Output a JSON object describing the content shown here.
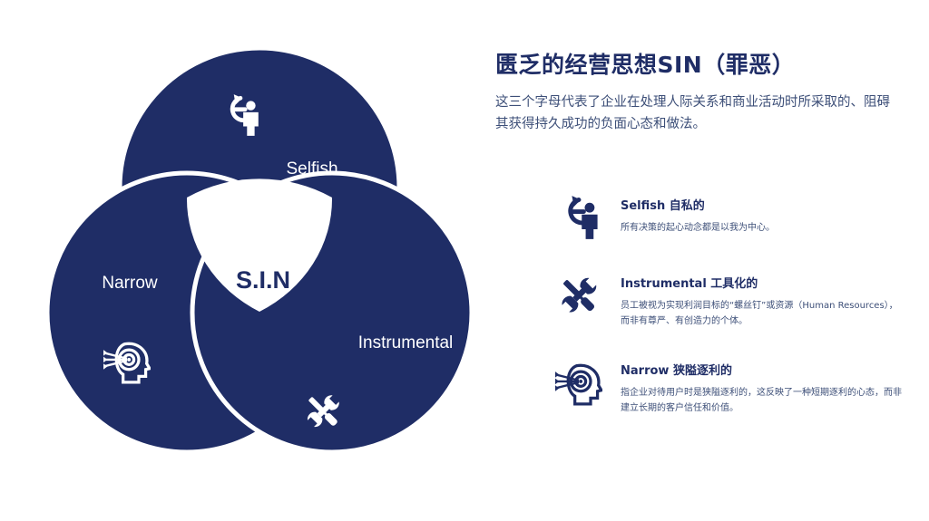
{
  "header": {
    "title": "匮乏的经营思想SIN（罪恶）",
    "intro": "这三个字母代表了企业在处理人际关系和商业活动时所采取的、阻碍其获得持久成功的负面心态和做法。"
  },
  "diagram": {
    "center_label": "S.I.N",
    "petals": [
      {
        "label": "Selfish",
        "icon": "self-centered-person-icon"
      },
      {
        "label": "Narrow",
        "icon": "target-head-icon"
      },
      {
        "label": "Instrumental",
        "icon": "wrench-screwdriver-icon"
      }
    ]
  },
  "items": [
    {
      "name": "Selfish 自私的",
      "desc": "所有决策的起心动念都是以我为中心。",
      "icon": "self-centered-person-icon"
    },
    {
      "name": "Instrumental 工具化的",
      "desc": "员工被视为实现利润目标的“螺丝钉”或资源（Human Resources），而非有尊严、有创造力的个体。",
      "icon": "wrench-screwdriver-icon"
    },
    {
      "name": "Narrow 狭隘逐利的",
      "desc": "指企业对待用户时是狭隘逐利的，这反映了一种短期逐利的心态，而非建立长期的客户信任和价值。",
      "icon": "target-head-icon"
    }
  ],
  "colors": {
    "primary": "#1f2d66",
    "text": "#3d4f78",
    "background": "#ffffff"
  }
}
